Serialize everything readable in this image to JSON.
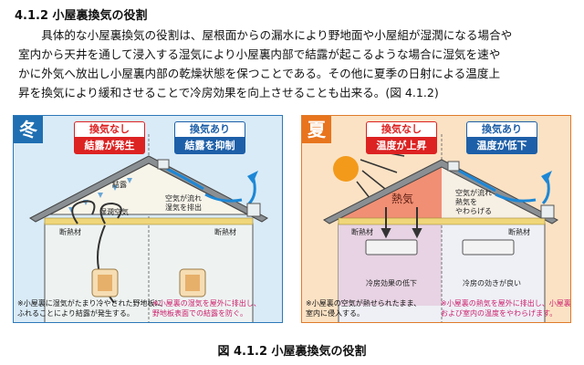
{
  "heading": "4.1.2 小屋裏換気の役割",
  "paragraph_lines": [
    "　　具体的な小屋裏換気の役割は、屋根面からの漏水により野地面や小屋組が湿潤になる場合や",
    "室内から天井を通して浸入する湿気により小屋裏内部で結露が起こるような場合に湿気を速や",
    "かに外気へ放出し小屋裏内部の乾燥状態を保つことである。その他に夏季の日射による温度上",
    "昇を換気により緩和させることで冷房効果を向上させることも出来る。(図 4.1.2)"
  ],
  "winter": {
    "season": "冬",
    "left_tag": {
      "top": "換気なし",
      "bottom": "結露が発生"
    },
    "right_tag": {
      "top": "換気あり",
      "bottom": "結露を抑制"
    },
    "labels": {
      "condensation": "結露",
      "humid_air": "湿潤空気",
      "vent_air": "空気が流れ\n湿気を排出",
      "insulation_left": "断熱材",
      "insulation_right": "断熱材"
    },
    "note_left": "※小屋裏に湿気がたまり冷やされた野地板に\nふれることにより結露が発生する。",
    "note_right": "※小屋裏の湿気を屋外に排出し、\n野地板表面での結露を防ぐ。"
  },
  "summer": {
    "season": "夏",
    "left_tag": {
      "top": "換気なし",
      "bottom": "温度が上昇"
    },
    "right_tag": {
      "top": "換気あり",
      "bottom": "温度が低下"
    },
    "labels": {
      "heat": "熱気",
      "vent_air": "空気が流れ\n熱気を\nやわらげる",
      "insulation_left": "断熱材",
      "insulation_right": "断熱材",
      "cooling_left": "冷房効果の低下",
      "cooling_right": "冷房の効きが良い"
    },
    "note_left": "※小屋裏の空気が熱せられたまま、\n室内に侵入する。",
    "note_right": "※小屋裏の熱気を屋外に排出し、小屋裏\nおよび室内の温度をやわらげます。"
  },
  "caption": "図 4.1.2 小屋裏換気の役割",
  "colors": {
    "winter_border": "#2c78b8",
    "summer_border": "#e07b2a",
    "alert_red": "#d22",
    "ok_blue": "#1d5fa8"
  }
}
